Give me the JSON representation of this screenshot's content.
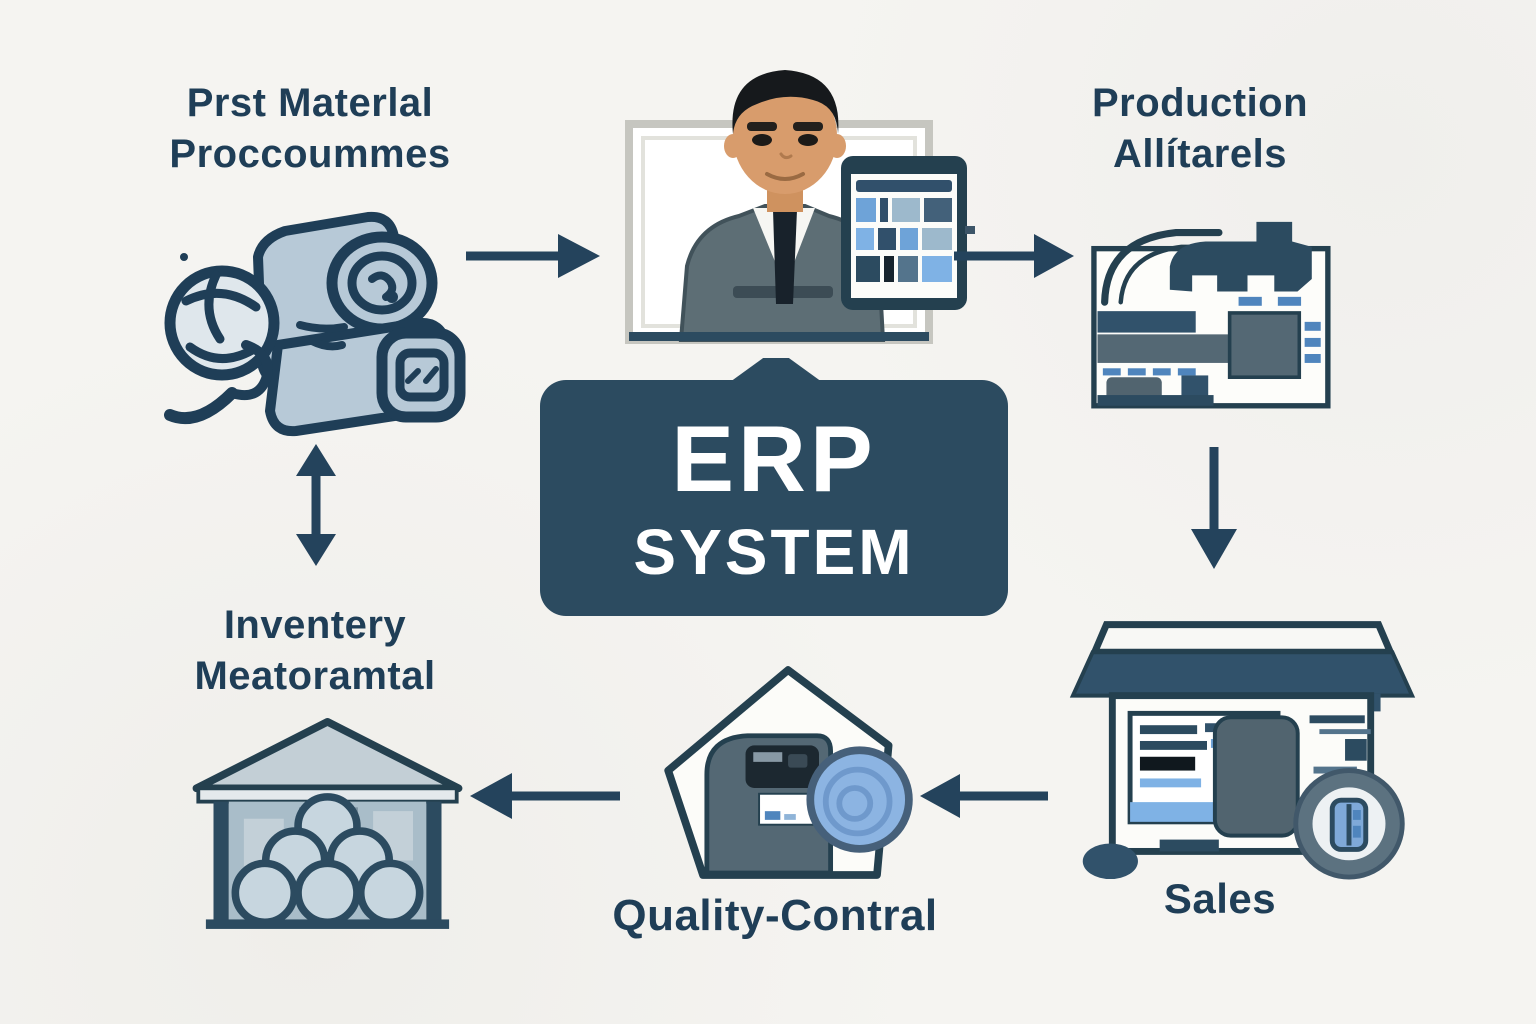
{
  "diagram": {
    "title_hidden": "",
    "background_color": "#f5f4f1",
    "ink_color": "#1f3e57",
    "box_color": "#2c4b60",
    "accent_blue": "#7fa9d8",
    "center": {
      "line1": "ERP",
      "line2": "SYSTEM"
    },
    "nodes": {
      "raw_material": {
        "line1": "Prst Materlal",
        "line2": "Proccoummes",
        "icon": "fabric-rolls-icon"
      },
      "erp_operator": {
        "icon": "operator-with-dashboard-icon"
      },
      "production": {
        "line1": "Production",
        "line2": "Allítarels",
        "icon": "production-machine-icon"
      },
      "sales": {
        "label": "Sales",
        "icon": "storefront-icon"
      },
      "quality": {
        "label": "Quality-Contral",
        "icon": "quality-inspection-icon"
      },
      "inventory": {
        "line1": "Inventery",
        "line2": "Meatoramtal",
        "icon": "warehouse-icon"
      }
    },
    "flow": [
      {
        "from": "raw_material",
        "to": "erp_operator",
        "direction": "right"
      },
      {
        "from": "erp_operator",
        "to": "production",
        "direction": "right"
      },
      {
        "from": "production",
        "to": "sales",
        "direction": "down"
      },
      {
        "from": "sales",
        "to": "quality",
        "direction": "left"
      },
      {
        "from": "quality",
        "to": "inventory",
        "direction": "left"
      },
      {
        "from": "inventory",
        "to": "raw_material",
        "direction": "both-vertical"
      }
    ]
  }
}
